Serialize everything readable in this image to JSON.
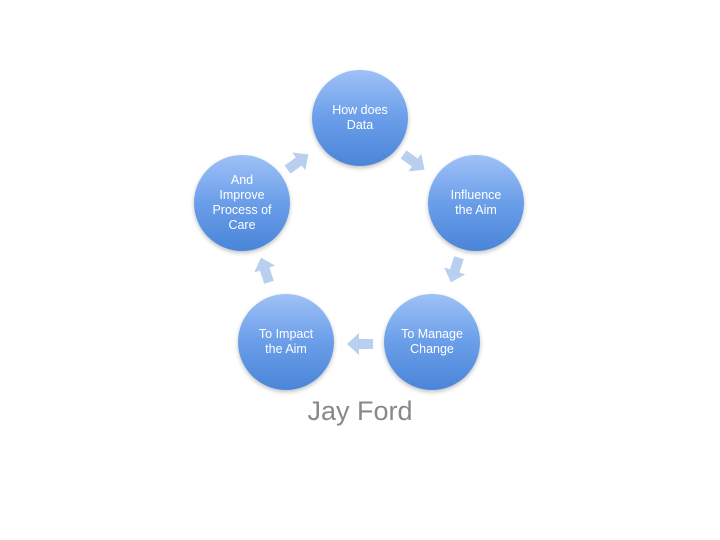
{
  "diagram": {
    "nodes": [
      "How does\nData",
      "Influence\nthe Aim",
      "To Manage\nChange",
      "To Impact\nthe Aim",
      "And\nImprove\nProcess of\nCare"
    ],
    "node_color_top": "#9fc1f7",
    "node_color_bottom": "#4a85d8"
  },
  "author": "Jay Ford"
}
